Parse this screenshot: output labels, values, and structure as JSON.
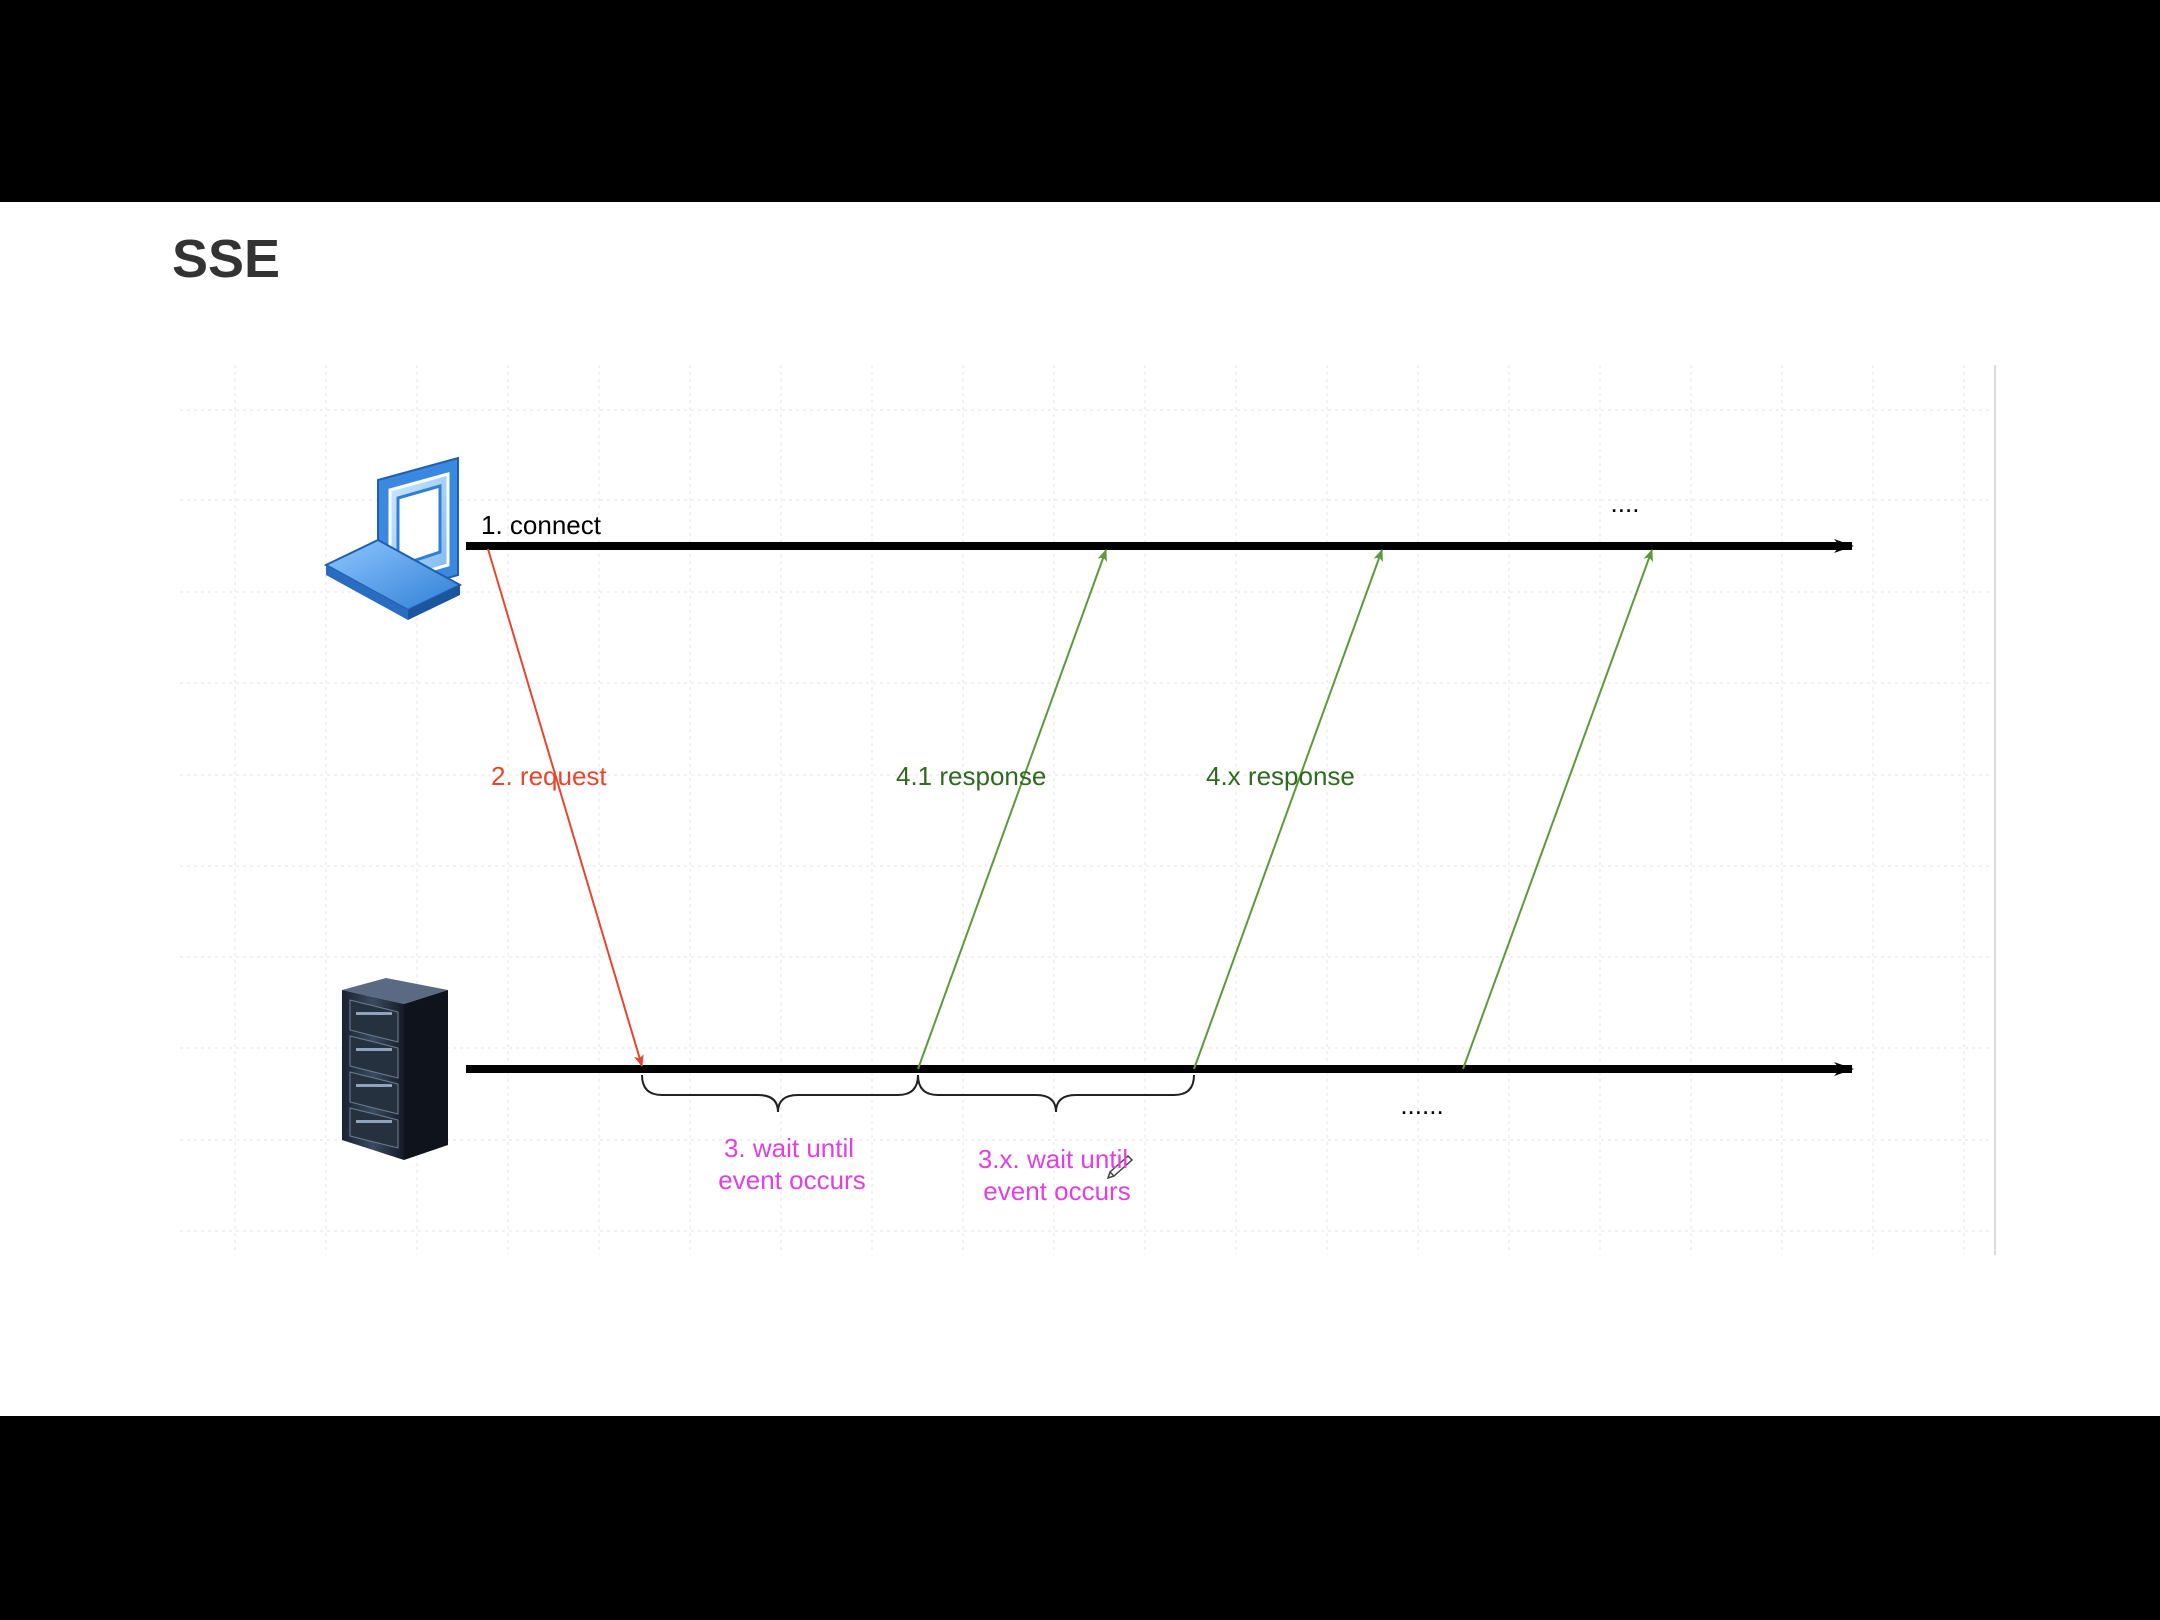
{
  "title": "SSE",
  "labels": {
    "connect": "1. connect",
    "request": "2. request",
    "response_first": "4.1 response",
    "response_x": "4.x response",
    "wait_first_line1": "3. wait until",
    "wait_first_line2": "event occurs",
    "wait_x_line1": "3.x. wait until",
    "wait_x_line2": "event occurs",
    "client_ellipsis": "....",
    "server_ellipsis": "......"
  },
  "icons": {
    "client": "laptop-icon",
    "server": "server-rack-icon"
  },
  "colors": {
    "request": "#e8452c",
    "response": "#5a9a3a",
    "response_label": "#2e6b1f",
    "wait": "#e040e0",
    "timeline": "#000000",
    "title": "#333333"
  }
}
